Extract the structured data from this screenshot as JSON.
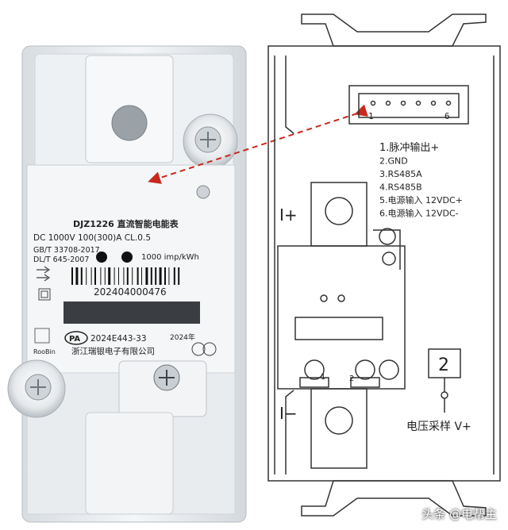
{
  "meter": {
    "model": "DJZ1226 直流智能电能表",
    "rating": "DC 1000V  100(300)A  CL.0.5",
    "std1": "GB/T 33708-2017",
    "std2": "DL/T 645-2007",
    "impulse": "1000 imp/kWh",
    "serial": "202404000476",
    "approval": "2024E443-33",
    "year": "2024年",
    "maker": "浙江瑞银电子有限公司",
    "pa_mark": "PA",
    "brand": "RooBin"
  },
  "diagram": {
    "connector_pin_first": "1",
    "connector_pin_last": "6",
    "pins": [
      "1.脉冲输出+",
      "2.GND",
      "3.RS485A",
      "4.RS485B",
      "5.电源输入 12VDC+",
      "6.电源输入 12VDC-"
    ],
    "current_in": "I+",
    "current_out": "I−",
    "terminal_1": "1",
    "terminal_2": "2",
    "voltage_box": "2",
    "voltage_label": "电压采样 V+"
  },
  "watermark": "头条 @电帮主",
  "colors": {
    "arrow": "#c8281e",
    "line": "#333333"
  }
}
